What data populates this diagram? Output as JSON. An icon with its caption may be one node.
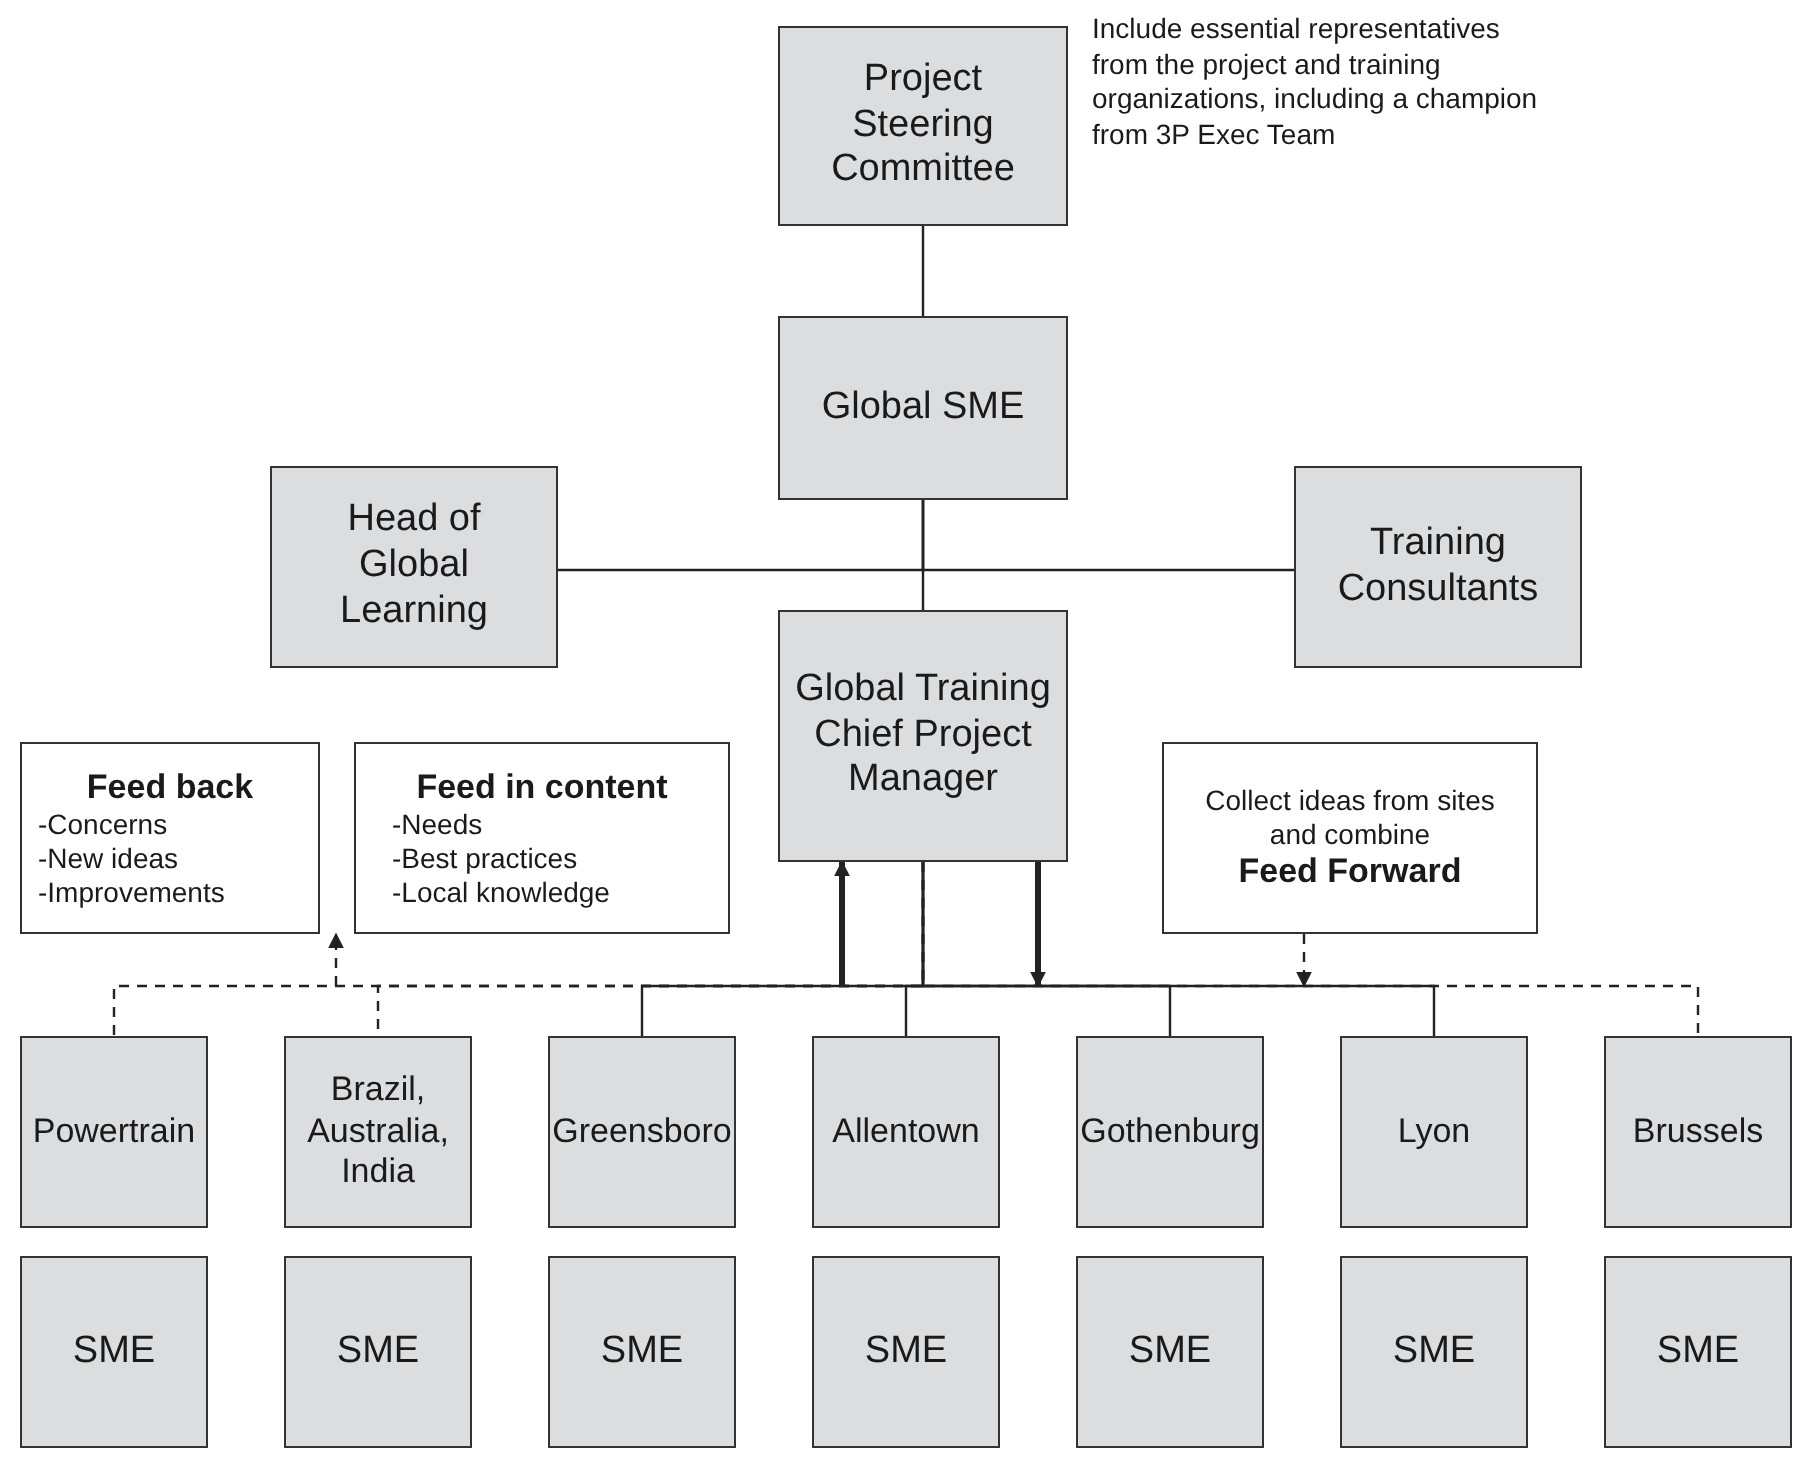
{
  "diagram": {
    "nodes": [
      {
        "text": [
          "Project Steering Committee"
        ],
        "beside": [
          "Include essential representatives from the project and training organizations, including a champion from 3P Exec Team"
        ]
      },
      {
        "text": [
          "Global SME"
        ]
      },
      {
        "text": [
          "Head of Global Learning"
        ]
      },
      {
        "text": [
          "Training Consultants"
        ]
      },
      {
        "text": [
          "Global Training Chief Project Manager"
        ]
      },
      {
        "text": [
          "Feed back",
          "-Concerns",
          "-New ideas",
          "-Improvements"
        ]
      },
      {
        "text": [
          "Feed in content",
          "-Needs",
          "-Best practices",
          "-Local knowledge"
        ]
      },
      {
        "text": [
          "Collect ideas from sites and combine",
          "Feed Forward"
        ]
      },
      {
        "text": [
          "Powertrain"
        ]
      },
      {
        "text": [
          "Brazil, Australia, India"
        ]
      },
      {
        "text": [
          "Greensboro"
        ]
      },
      {
        "text": [
          "Allentown"
        ]
      },
      {
        "text": [
          "Gothenburg"
        ]
      },
      {
        "text": [
          "Lyon"
        ]
      },
      {
        "text": [
          "Brussels"
        ]
      },
      {
        "text": [
          "SME"
        ]
      },
      {
        "text": [
          "SME"
        ]
      },
      {
        "text": [
          "SME"
        ]
      },
      {
        "text": [
          "SME"
        ]
      },
      {
        "text": [
          "SME"
        ]
      },
      {
        "text": [
          "SME"
        ]
      },
      {
        "text": [
          "SME"
        ]
      }
    ],
    "edges": [
      {
        "from": 0,
        "to": 1,
        "arrow": "none"
      },
      {
        "from": 1,
        "to": 2,
        "arrow": "none"
      },
      {
        "from": 1,
        "to": 3,
        "arrow": "none"
      },
      {
        "from": 1,
        "to": 4,
        "arrow": "none"
      },
      {
        "from": 4,
        "to": 8,
        "arrow": "none",
        "style": "dashed"
      },
      {
        "from": 4,
        "to": 9,
        "arrow": "none",
        "style": "dashed"
      },
      {
        "from": 4,
        "to": 10,
        "arrow": "none"
      },
      {
        "from": 4,
        "to": 11,
        "arrow": "none"
      },
      {
        "from": 4,
        "to": 12,
        "arrow": "none"
      },
      {
        "from": 4,
        "to": 13,
        "arrow": "none"
      },
      {
        "from": 4,
        "to": 14,
        "arrow": "none",
        "style": "dashed"
      },
      {
        "from": null,
        "to": 4,
        "arrow": "to",
        "style": "thick"
      },
      {
        "from": 4,
        "to": null,
        "arrow": "to",
        "style": "thick"
      },
      {
        "from": null,
        "to": 5,
        "arrow": "to",
        "style": "dashed"
      },
      {
        "from": 7,
        "to": null,
        "arrow": "to",
        "style": "dashed"
      }
    ]
  }
}
